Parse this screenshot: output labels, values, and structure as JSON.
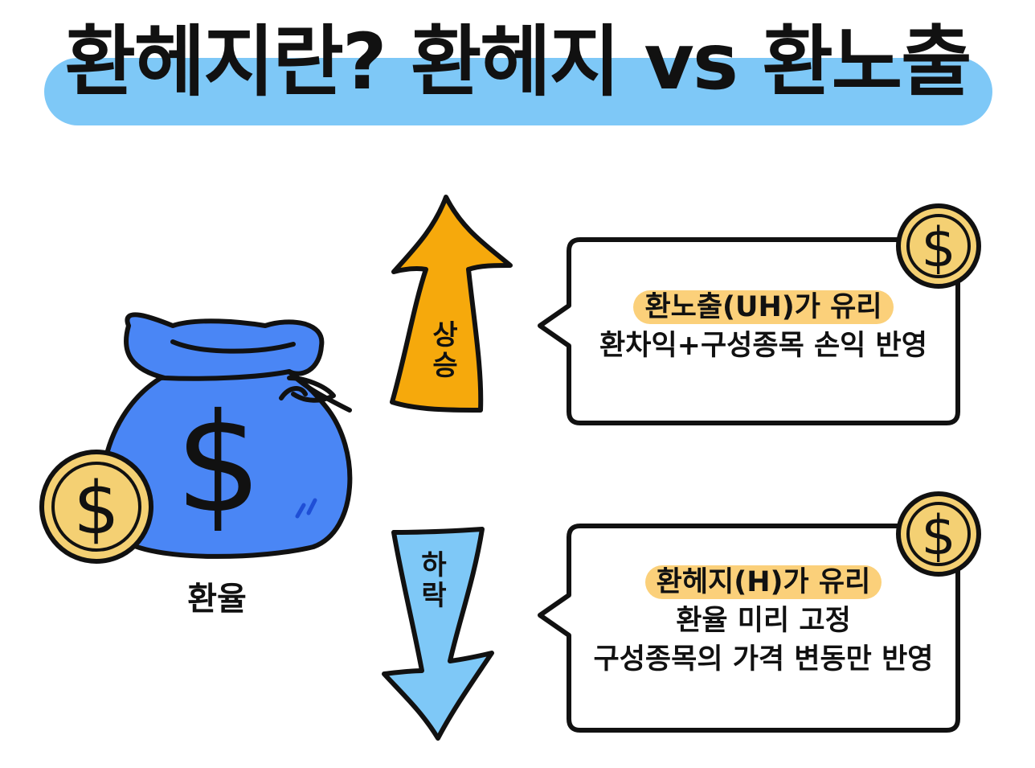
{
  "title": "환헤지란? 환헤지 vs 환노출",
  "bag": {
    "label": "환율",
    "symbol": "$"
  },
  "coin_symbol": "$",
  "arrow_up": {
    "label_line1": "상",
    "label_line2": "승"
  },
  "arrow_down": {
    "label_line1": "하",
    "label_line2": "락"
  },
  "callout_top": {
    "headline": "환노출(UH)가 유리",
    "line1": "환차익+구성종목 손익 반영"
  },
  "callout_bottom": {
    "headline": "환헤지(H)가 유리",
    "line1": "환율 미리 고정",
    "line2": "구성종목의 가격 변동만 반영"
  },
  "colors": {
    "title_highlight": "#7ec8f7",
    "bag": "#4a86f5",
    "coin": "#f4d073",
    "arrow_up": "#f6a90c",
    "arrow_down": "#7ec8f7",
    "text_highlight": "#fbd07a",
    "outline": "#111111"
  }
}
